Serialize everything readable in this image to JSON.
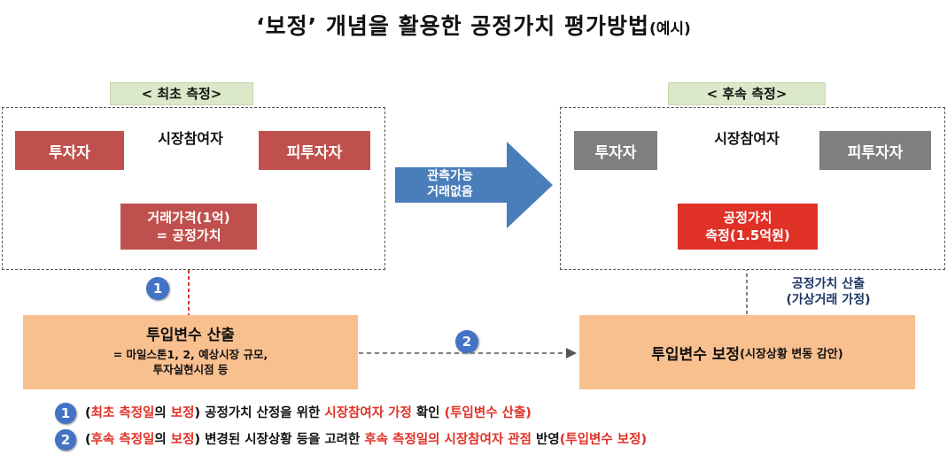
{
  "title": {
    "main": "‘보정’ 개념을 활용한 공정가치 평가방법",
    "sub": "(예시)"
  },
  "left": {
    "tag": "< 최초 측정>",
    "investor": "투자자",
    "participant": "시장참여자",
    "investee": "피투자자",
    "price_line1": "거래가격(1억)",
    "price_line2": "= 공정가치"
  },
  "middle_arrow": {
    "line1": "관측가능",
    "line2": "거래없음"
  },
  "right": {
    "tag": "< 후속 측정>",
    "investor": "투자자",
    "participant": "시장참여자",
    "investee": "피투자자",
    "fv_line1": "공정가치",
    "fv_line2": "측정(1.5억원)",
    "calc_line1": "공정가치 산출",
    "calc_line2": "(가상거래 가정)"
  },
  "input_calc": {
    "title": "투입변수 산출",
    "line1": "= 마일스톤1, 2, 예상시장 규모,",
    "line2": "투자실현시점 등"
  },
  "input_adjust": {
    "title": "투입변수 보정",
    "note": "(시장상황 변동 감안)"
  },
  "steps": {
    "one": "1",
    "two": "2"
  },
  "legend": [
    {
      "num": "1",
      "p1": "(",
      "r1": "최초 측정일",
      "p2": "의 ",
      "r2": "보정",
      "p3": ") 공정가치 산정을 위한 ",
      "r3": "시장참여자 가정",
      "p4": " 확인 ",
      "r4": "(투입변수 산출)"
    },
    {
      "num": "2",
      "p1": "(",
      "r1": "후속 측정일",
      "p2": "의 ",
      "r2": "보정",
      "p3": ") 변경된 시장상황 등을 고려한 ",
      "r3": "후속 측정일의 시장참여자 관점",
      "p4": " 반영",
      "r4": "(투입변수 보정)"
    }
  ],
  "colors": {
    "red": "#c0504d",
    "gray": "#7f7f7f",
    "bright_red": "#e03127",
    "peach": "#f9c08f",
    "blue": "#4472c4",
    "tag_green": "#dbe8c9"
  }
}
